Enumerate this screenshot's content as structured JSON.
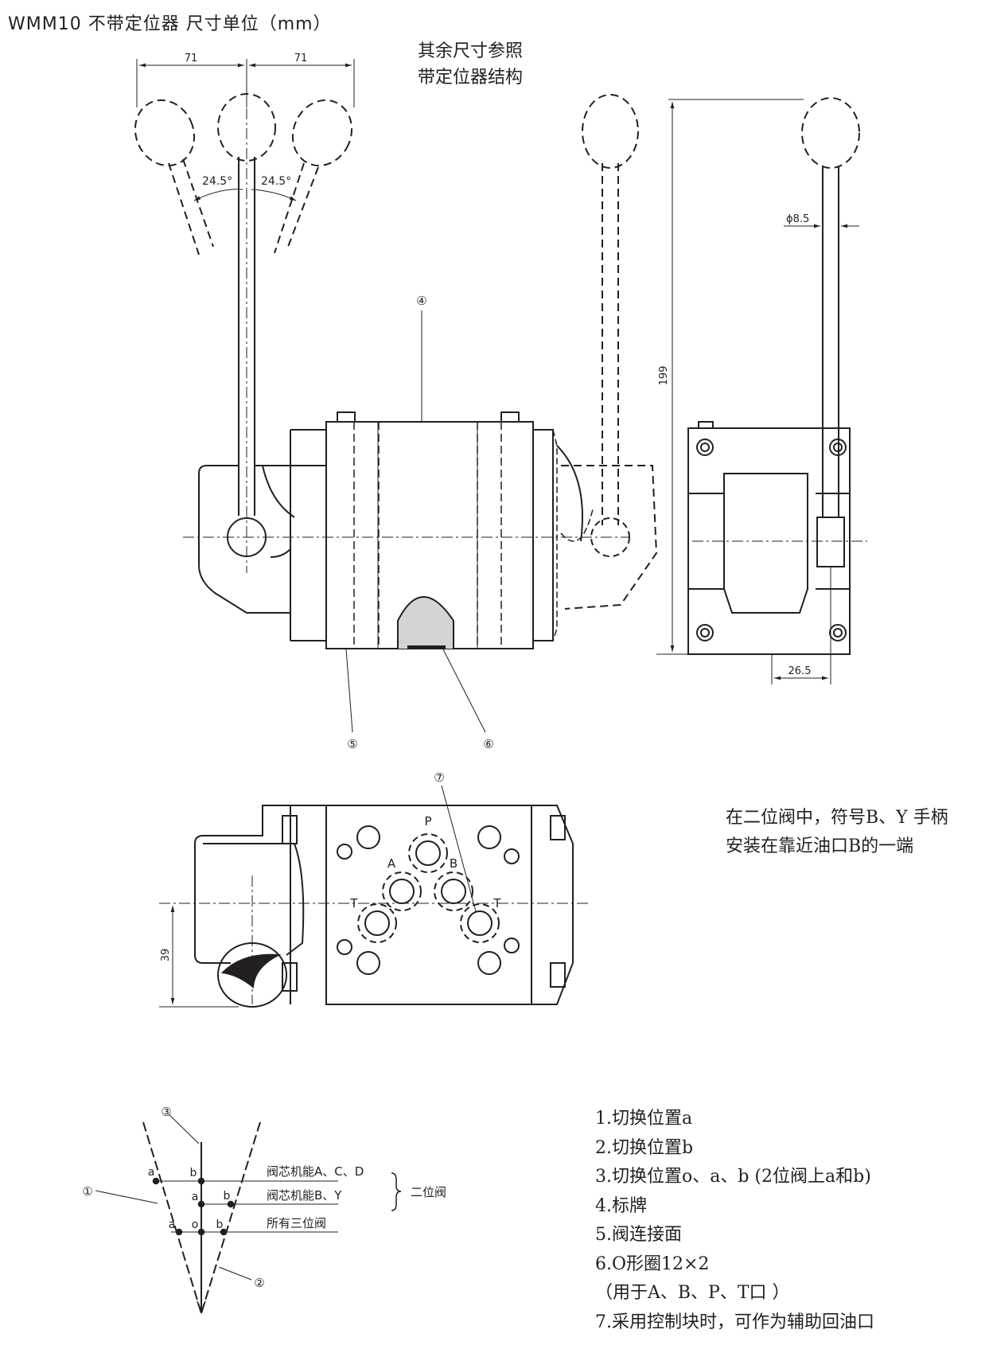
{
  "title": "WMM10  不带定位器    尺寸单位（mm）",
  "note_top": [
    "其余尺寸参照",
    "带定位器结构"
  ],
  "note_right": [
    "在二位阀中，符号B、Y 手柄",
    "安装在靠近油口B的一端"
  ],
  "dimensions": {
    "pitch_left": "71",
    "pitch_right": "71",
    "angle_left": "24.5°",
    "angle_right": "24.5°",
    "rod_diameter": "ϕ8.5",
    "height": "199",
    "offset": "26.5",
    "port_height": "39"
  },
  "callouts": {
    "c1": "①",
    "c2": "②",
    "c3": "③",
    "c4": "④",
    "c5": "⑤",
    "c6": "⑥",
    "c7": "⑦"
  },
  "ports": {
    "p": "P",
    "a": "A",
    "b": "B",
    "t1": "T",
    "t2": "T"
  },
  "switch_diagram": {
    "a1": "a",
    "b1": "b",
    "a2": "a",
    "b2": "b",
    "a3": "a",
    "o": "o",
    "b3": "b",
    "row1": "阀芯机能A、C、D",
    "row2": "阀芯机能B、Y",
    "row3": "所有三位阀",
    "bracket": "二位阀"
  },
  "legend": [
    "1.切换位置a",
    "2.切换位置b",
    "3.切换位置o、a、b (2位阀上a和b)",
    "4.标牌",
    "5.阀连接面",
    "6.O形圈12×2",
    "（用于A、B、P、T口 ）",
    "7.采用控制块时，可作为辅助回油口"
  ]
}
